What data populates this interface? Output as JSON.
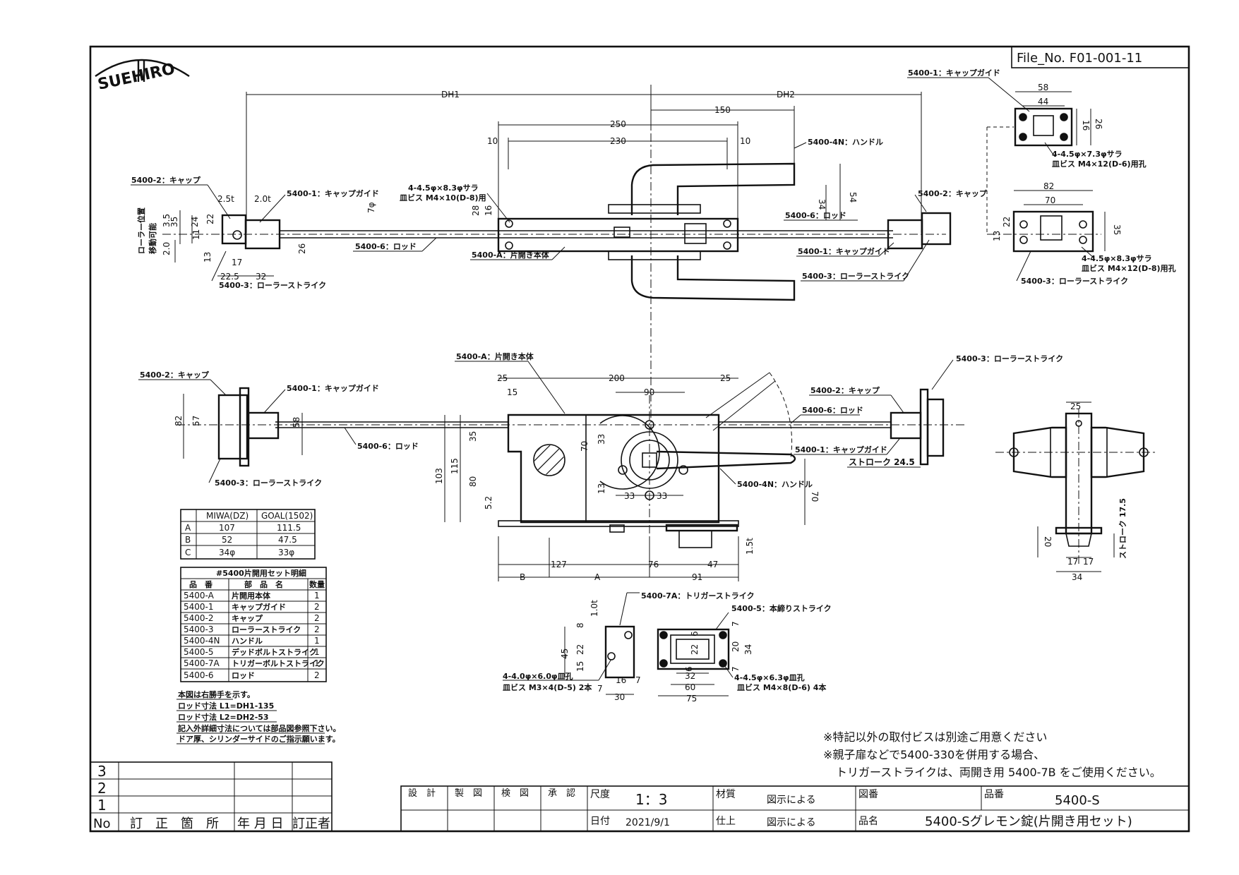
{
  "header": {
    "logo_text": "SUEHIRO",
    "file_no": "File_No.  F01-001-11"
  },
  "top_view": {
    "dh1": "DH1",
    "dh2": "DH2",
    "d150": "150",
    "d250": "250",
    "d230": "230",
    "d10a": "10",
    "d10b": "10",
    "d54": "54",
    "d34": "34",
    "d28": "28",
    "d16": "16",
    "d7phi": "7φ",
    "d26": "26",
    "d35": "35",
    "d3_5": "3.5",
    "d24": "24",
    "d22": "22",
    "d11": "11",
    "d13": "13",
    "d2_0": "2.0",
    "d2_5t": "2.5t",
    "d2_0t": "2.0t",
    "d17": "17",
    "d22_5": "22.5",
    "d32": "32",
    "roller_pos": "ローラー位置",
    "movable": "移動可能",
    "c_cap_l": "5400-2：キャップ",
    "c_capguide_l": "5400-1：キャップガイド",
    "c_holes": "4-4.5φ×8.3φサラ",
    "c_screw": "皿ビス M4×10(D-8)用",
    "c_rod_l": "5400-6：ロッド",
    "c_body": "5400-A：片開き本体",
    "c_handle": "5400-4N：ハンドル",
    "c_rod_r": "5400-6：ロッド",
    "c_cap_r": "5400-2：キャップ",
    "c_capguide_r": "5400-1：キャップガイド",
    "c_roller_r": "5400-3：ローラーストライク",
    "c_roller_l": "5400-3：ローラーストライク"
  },
  "right_views": {
    "c_capguide": "5400-1：キャップガイド",
    "d58": "58",
    "d44": "44",
    "d16": "16",
    "d26": "26",
    "holes1": "4-4.5φ×7.3φサラ",
    "screw1": "皿ビス M4×12(D-6)用孔",
    "d82": "82",
    "d70": "70",
    "d22": "22",
    "d13": "13",
    "d35": "35",
    "holes2": "4-4.5φ×8.3φサラ",
    "screw2": "皿ビス M4×12(D-8)用孔",
    "c_roller": "5400-3：ローラーストライク"
  },
  "front_view": {
    "c_body": "5400-A：片開き本体",
    "c_cap": "5400-2：キャップ",
    "c_capguide": "5400-1：キャップガイド",
    "c_rod": "5400-6：ロッド",
    "c_roller": "5400-3：ローラーストライク",
    "c_roller_r": "5400-3：ローラーストライク",
    "c_cap_r": "5400-2：キャップ",
    "c_rod_r": "5400-6：ロッド",
    "c_capguide_r": "5400-1：キャップガイド",
    "stroke": "ストローク 24.5",
    "c_handle": "5400-4N：ハンドル",
    "d25a": "25",
    "d15": "15",
    "d200": "200",
    "d25b": "25",
    "d90": "90",
    "d82": "82",
    "d57": "57",
    "d58": "58",
    "d35": "35",
    "d33": "33",
    "d70": "70",
    "d103": "103",
    "d115": "115",
    "d80": "80",
    "d5_2": "5.2",
    "d13": "13",
    "d33a": "33",
    "d33b": "33",
    "d70r": "70",
    "d1_5t": "1.5t",
    "d127": "127",
    "d76": "76",
    "d47": "47",
    "d91": "91",
    "b": "B",
    "a": "A"
  },
  "side_view": {
    "d25": "25",
    "d20": "20",
    "d17a": "17",
    "d17b": "17",
    "d34": "34",
    "stroke": "ストローク 17.5"
  },
  "table_a": {
    "headers": [
      "",
      "MIWA(DZ)",
      "GOAL(1502)"
    ],
    "rows": [
      [
        "A",
        "107",
        "111.5"
      ],
      [
        "B",
        "52",
        "47.5"
      ],
      [
        "C",
        "34φ",
        "33φ"
      ]
    ]
  },
  "parts_table": {
    "title": "#5400片開用セット明細",
    "headers": [
      "品　番",
      "部　品　名",
      "数量"
    ],
    "rows": [
      [
        "5400-A",
        "片開用本体",
        "1"
      ],
      [
        "5400-1",
        "キャップガイド",
        "2"
      ],
      [
        "5400-2",
        "キャップ",
        "2"
      ],
      [
        "5400-3",
        "ローラーストライク",
        "2"
      ],
      [
        "5400-4N",
        "ハンドル",
        "1"
      ],
      [
        "5400-5",
        "デッドボルトストライク",
        "1"
      ],
      [
        "5400-7A",
        "トリガーボルトストライク",
        "1"
      ],
      [
        "5400-6",
        "ロッド",
        "2"
      ]
    ]
  },
  "notes": [
    "本図は右勝手を示す。",
    "ロッド寸法 L1=DH1-135",
    "ロッド寸法 L2=DH2-53",
    "記入外詳細寸法については部品図参照下さい。",
    "ドア厚、シリンダーサイドのご指示願います。"
  ],
  "strikes": {
    "c_trigger": "5400-7A：トリガーストライク",
    "c_deadbolt": "5400-5：本締りストライク",
    "d1_0t": "1.0t",
    "d8": "8",
    "d45": "45",
    "d22": "22",
    "d15": "15",
    "d16": "16",
    "d7": "7",
    "d30": "30",
    "d7b": "7",
    "holes_t": "4-4.0φ×6.0φ皿孔",
    "screw_t": "皿ビス M3×4(D-5) 2本",
    "d6": "6",
    "d22b": "22",
    "d6b": "6",
    "d7c": "7",
    "d20": "20",
    "d34": "34",
    "d7d": "7",
    "d32": "32",
    "d60": "60",
    "d75": "75",
    "holes_d": "4-4.5φ×6.3φ皿孔",
    "screw_d": "皿ビス M4×8(D-6) 4本"
  },
  "remarks": [
    "※特記以外の取付ビスは別途ご用意ください",
    "※親子扉などで5400-330を併用する場合、",
    "トリガーストライクは、両開き用 5400-7B をご使用ください。"
  ],
  "revision_block": {
    "rows": [
      "3",
      "2",
      "1"
    ],
    "header": [
      "No",
      "訂　正　箇　所",
      "年 月 日",
      "訂正者"
    ]
  },
  "title_block": {
    "design": "設　計",
    "draft": "製　図",
    "check": "検　図",
    "approve": "承　認",
    "scale_label": "尺度",
    "scale": "1：3",
    "material_label": "材質",
    "material": "図示による",
    "drawing_no_label": "図番",
    "product_no_label": "品番",
    "product_no": "5400-S",
    "date_label": "日付",
    "date": "2021/9/1",
    "finish_label": "仕上",
    "finish": "図示による",
    "name_label": "品名",
    "name": "5400-Sグレモン錠(片開き用セット)"
  }
}
